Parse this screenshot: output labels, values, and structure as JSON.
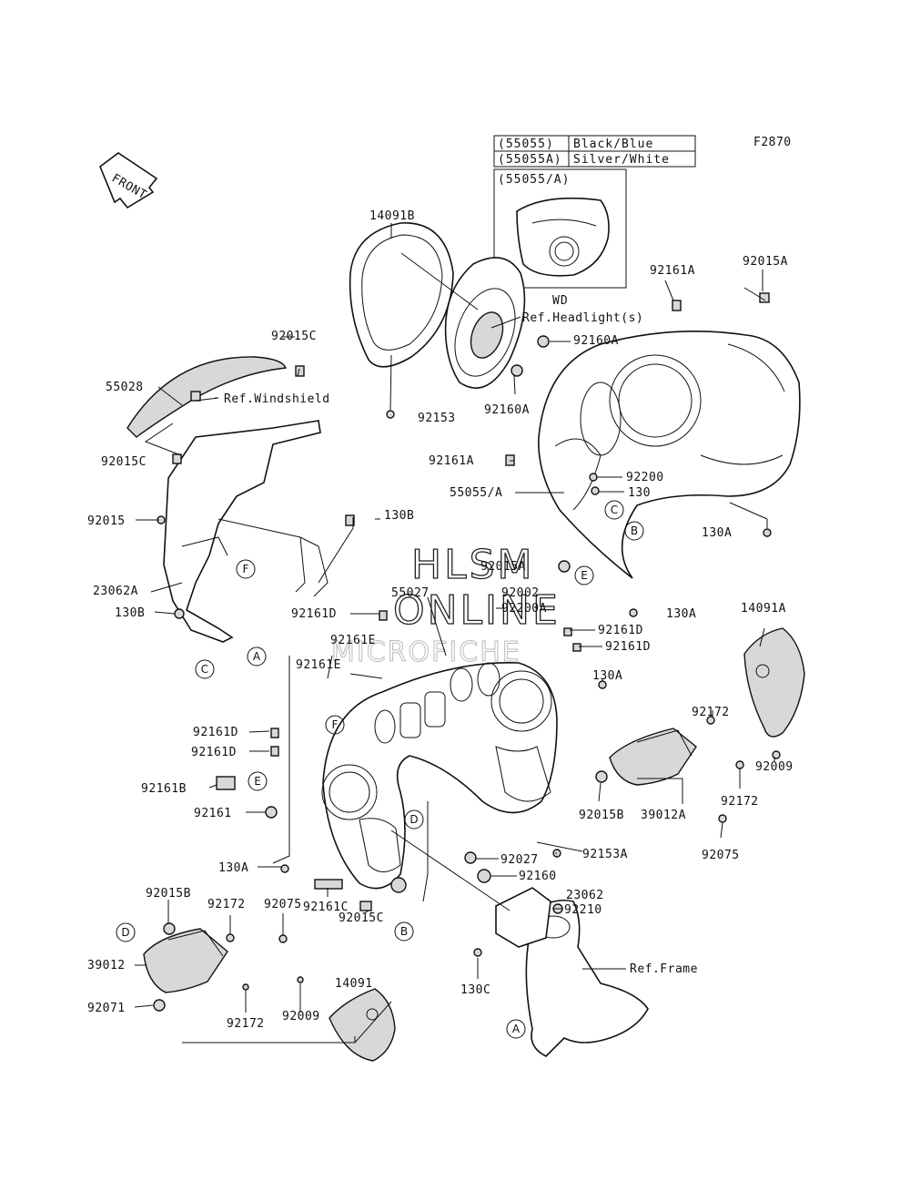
{
  "figure_code": "F2870",
  "front_label": "FRONT",
  "color_table": {
    "rows": [
      {
        "part": "(55055)",
        "color": "Black/Blue"
      },
      {
        "part": "(55055A)",
        "color": "Silver/White"
      }
    ],
    "inset_title": "(55055/A)",
    "inset_caption": "WD"
  },
  "watermark": {
    "line1": "HLSM",
    "line2": "ONLINE",
    "line3": "MICROFICHE"
  },
  "refs": {
    "headlight": "Ref.Headlight(s)",
    "windshield": "Ref.Windshield",
    "frame": "Ref.Frame"
  },
  "callouts": [
    "A",
    "B",
    "C",
    "D",
    "E",
    "F"
  ],
  "part_labels": [
    "14091B",
    "92015C",
    "55028",
    "92015C",
    "92015",
    "23062A",
    "130B",
    "130B",
    "92153",
    "92161A",
    "92015A",
    "92160A",
    "92160A",
    "92161A",
    "92200",
    "130",
    "55055/A",
    "130A",
    "92015A",
    "130A",
    "55027",
    "92002",
    "92200A",
    "92161D",
    "92161D",
    "92161D",
    "92161E",
    "92161E",
    "130A",
    "14091A",
    "92172",
    "92009",
    "92172",
    "39012A",
    "92075",
    "92015B",
    "92161D",
    "92161D",
    "92161B",
    "92161",
    "130A",
    "92161C",
    "92015C",
    "92027",
    "92153A",
    "92160",
    "23062",
    "92210",
    "130C",
    "92015B",
    "92172",
    "92075",
    "39012",
    "92071",
    "92172",
    "92009",
    "14091"
  ]
}
